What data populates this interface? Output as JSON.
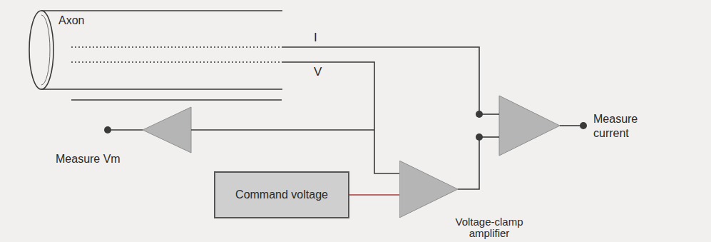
{
  "diagram": {
    "nodes": [
      {
        "text": [
          "Axon"
        ]
      },
      {
        "text": [
          "Command voltage"
        ]
      },
      {
        "text": [
          "Voltage-clamp amplifier"
        ]
      }
    ],
    "edges": [
      {
        "from": 1,
        "to": 2,
        "arrow": "none"
      },
      {
        "from": 0,
        "to": 2,
        "arrow": "none",
        "label": "V"
      },
      {
        "from": 2,
        "to": 0,
        "arrow": "none",
        "label": "I"
      }
    ],
    "labels": [
      "Measure current",
      "Measure Vm"
    ]
  }
}
